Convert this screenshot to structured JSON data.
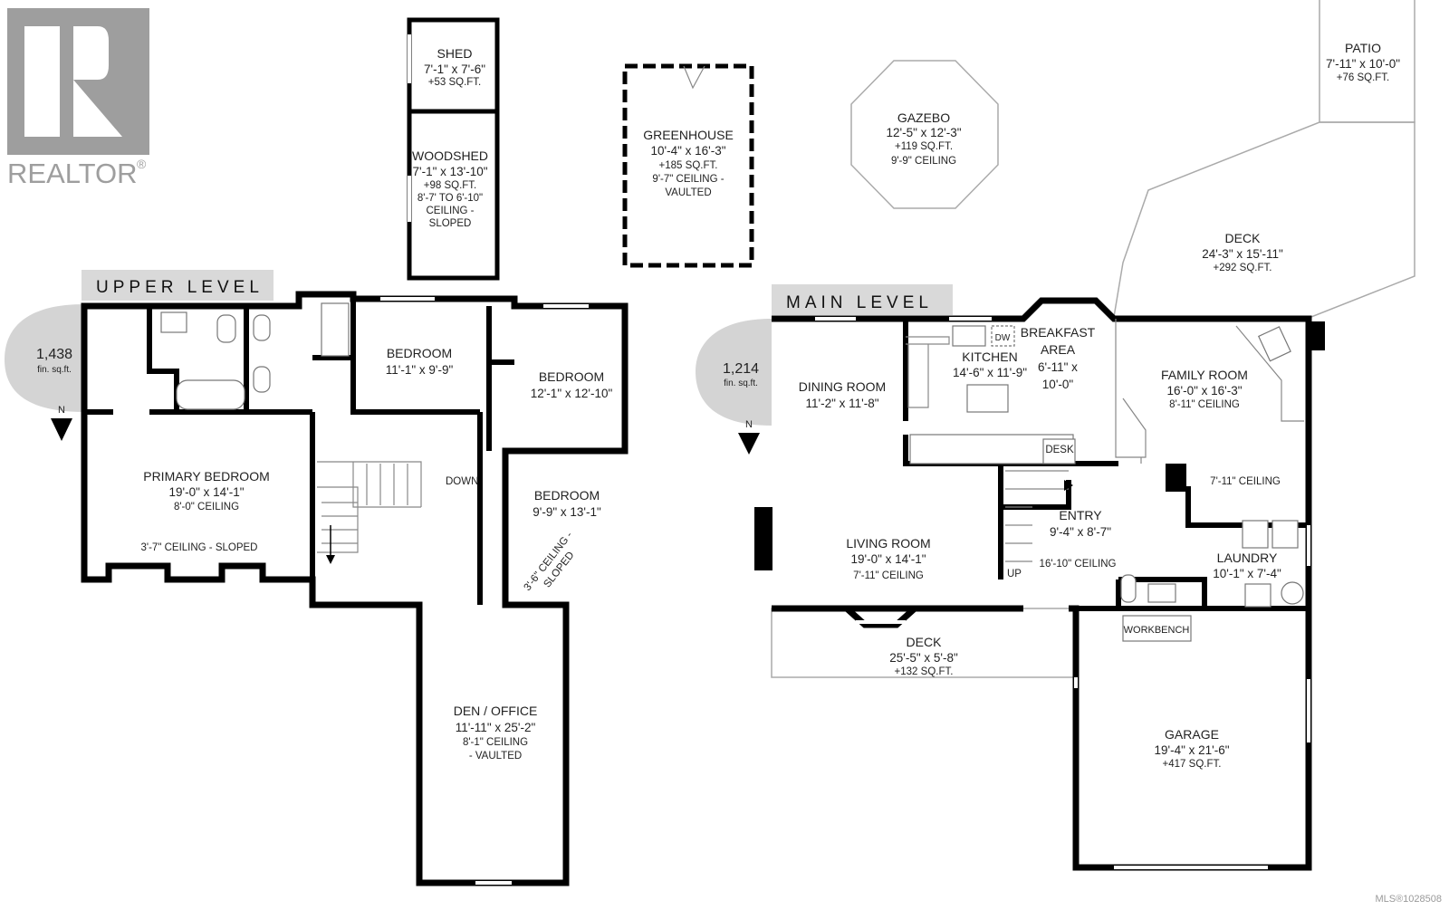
{
  "logo": {
    "brand": "REALTOR",
    "registered": "®",
    "color": "#9e9e9e"
  },
  "mls": "MLS®1028508",
  "upper_level": {
    "label": "UPPER LEVEL",
    "sqft_value": "1,438",
    "sqft_unit": "fin. sq.ft.",
    "north": "N",
    "rooms": {
      "primary": {
        "name": "PRIMARY BEDROOM",
        "dims": "19'-0\" x 14'-1\"",
        "ceiling": "8'-0\" CEILING",
        "note": "3'-7\" CEILING - SLOPED"
      },
      "bed1": {
        "name": "BEDROOM",
        "dims": "11'-1\" x 9'-9\""
      },
      "bed2": {
        "name": "BEDROOM",
        "dims": "12'-1\" x 12'-10\""
      },
      "bed3": {
        "name": "BEDROOM",
        "dims": "9'-9\" x 13'-1\"",
        "note1": "3'-6\" CEILING -",
        "note2": "SLOPED"
      },
      "den": {
        "name": "DEN / OFFICE",
        "dims": "11'-11\" x 25'-2\"",
        "ceiling": "8'-1\" CEILING",
        "note": "- VAULTED"
      },
      "stairs": "DOWN"
    }
  },
  "main_level": {
    "label": "MAIN LEVEL",
    "sqft_value": "1,214",
    "sqft_unit": "fin. sq.ft.",
    "north": "N",
    "rooms": {
      "dining": {
        "name": "DINING ROOM",
        "dims": "11'-2\" x 11'-8\""
      },
      "kitchen": {
        "name": "KITCHEN",
        "dims": "14'-6\" x 11'-9\"",
        "dw": "DW",
        "desk": "DESK"
      },
      "breakfast": {
        "name1": "BREAKFAST",
        "name2": "AREA",
        "dims1": "6'-11\" x",
        "dims2": "10'-0\""
      },
      "family": {
        "name": "FAMILY ROOM",
        "dims": "16'-0\" x 16'-3\"",
        "ceiling": "8'-11\" CEILING"
      },
      "nook_ceiling": "7'-11\" CEILING",
      "entry": {
        "name": "ENTRY",
        "dims": "9'-4\" x 8'-7\"",
        "ceiling": "16'-10\" CEILING"
      },
      "living": {
        "name": "LIVING ROOM",
        "dims": "19'-0\" x 14'-1\"",
        "ceiling": "7'-11\" CEILING"
      },
      "laundry": {
        "name": "LAUNDRY",
        "dims": "10'-1\" x 7'-4\""
      },
      "stairs": "UP",
      "deck": {
        "name": "DECK",
        "dims": "25'-5\" x 5'-8\"",
        "area": "+132 SQ.FT."
      },
      "workbench": "WORKBENCH",
      "garage": {
        "name": "GARAGE",
        "dims": "19'-4\" x 21'-6\"",
        "area": "+417 SQ.FT."
      }
    }
  },
  "outbuildings": {
    "shed": {
      "name": "SHED",
      "dims": "7'-1\" x 7'-6\"",
      "area": "+53 SQ.FT."
    },
    "woodshed": {
      "name": "WOODSHED",
      "dims": "7'-1\" x 13'-10\"",
      "area": "+98 SQ.FT.",
      "c1": "8'-7' TO 6'-10\"",
      "c2": "CEILING -",
      "c3": "SLOPED"
    },
    "greenhouse": {
      "name": "GREENHOUSE",
      "dims": "10'-4\" x 16'-3\"",
      "area": "+185 SQ.FT.",
      "c1": "9'-7\" CEILING -",
      "c2": "VAULTED"
    },
    "gazebo": {
      "name": "GAZEBO",
      "dims": "12'-5\" x 12'-3\"",
      "area": "+119 SQ.FT.",
      "ceiling": "9'-9\" CEILING"
    },
    "patio": {
      "name": "PATIO",
      "dims": "7'-11\" x 10'-0\"",
      "area": "+76 SQ.FT."
    },
    "deck": {
      "name": "DECK",
      "dims": "24'-3\" x 15'-11\"",
      "area": "+292 SQ.FT."
    }
  }
}
